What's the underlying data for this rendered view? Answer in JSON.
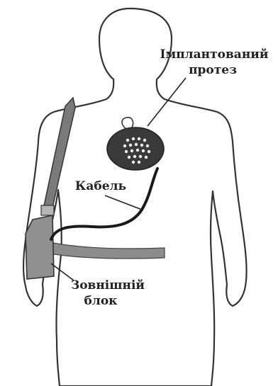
{
  "labels": {
    "implant_line1": "Імплантований",
    "implant_line2": "протез",
    "cable": "Кабель",
    "external_line1": "Зовнішній",
    "external_line2": "блок"
  },
  "colors": {
    "outline": "#333333",
    "strap": "#7a7a7a",
    "belt": "#8c8c8c",
    "device": "#3a3a3a",
    "cable": "#1a1a1a",
    "external_unit": "#909090"
  }
}
